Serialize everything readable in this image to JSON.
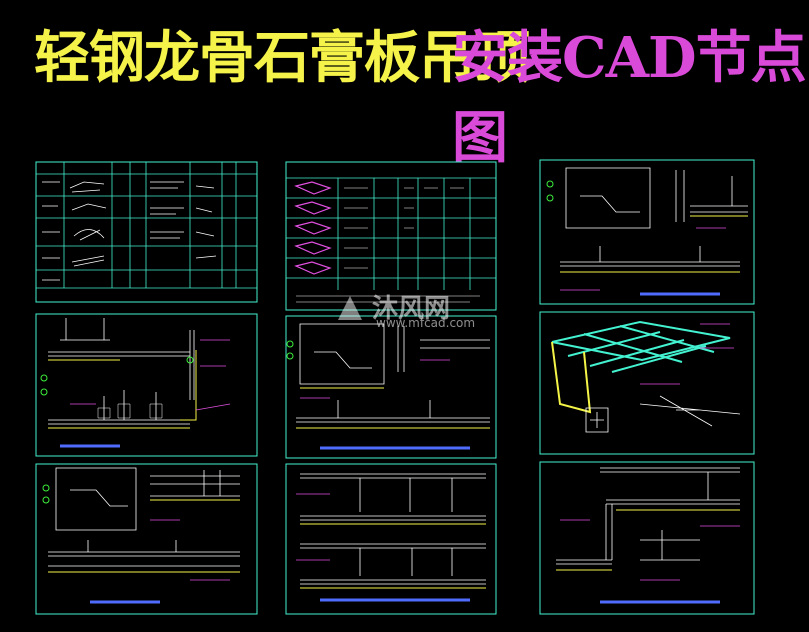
{
  "title": {
    "part1": "轻钢龙骨石膏板吊顶",
    "part2": "安装CAD节点图",
    "color1": "#f5f34a",
    "color2": "#d94ad8"
  },
  "watermark": {
    "brand": "沐风网",
    "url": "www.mfcad.com"
  },
  "colors": {
    "frame": "#43f2d0",
    "line": "#ffffff",
    "accent_yellow": "#f4f448",
    "accent_green": "#3cf03c",
    "accent_magenta": "#e050e0",
    "accent_red": "#ff4040",
    "accent_blue": "#4f6cff"
  }
}
